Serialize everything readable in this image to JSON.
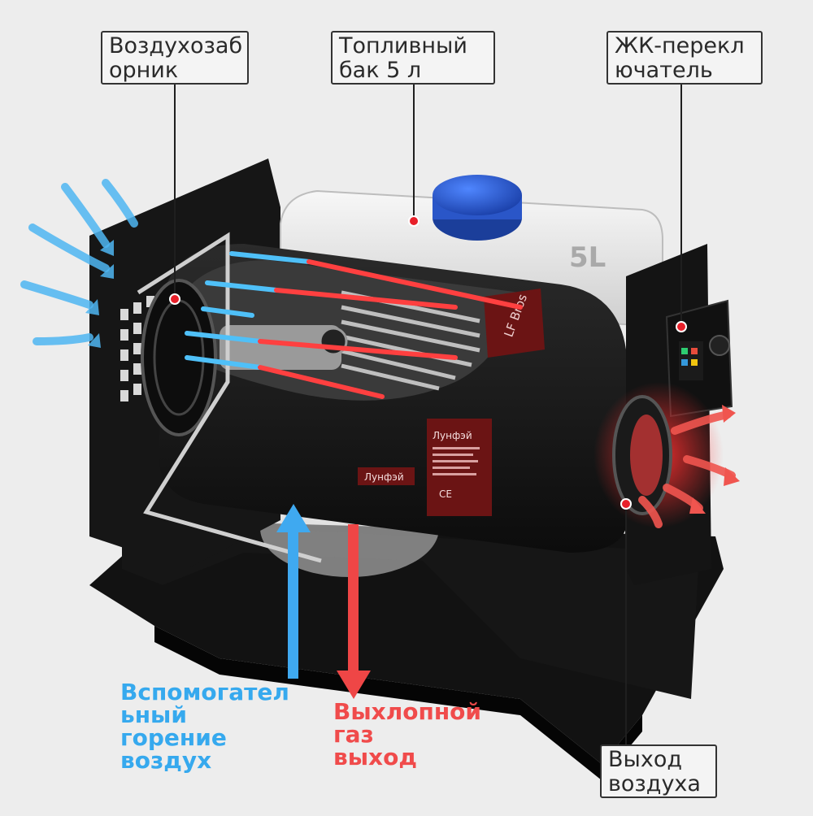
{
  "labels": {
    "air_intake": [
      "Воздухозаб",
      "орник"
    ],
    "fuel_tank": [
      "Топливный",
      "бак 5 л"
    ],
    "lcd_switch": [
      "ЖК-перекл",
      "ючатель"
    ],
    "air_outlet": [
      "Выход",
      "воздуха"
    ]
  },
  "flows": {
    "combustion_air": [
      "Вспомогател",
      "ьный",
      "горение",
      "воздух"
    ],
    "exhaust_gas": [
      "Выхлопной",
      "газ",
      "выход"
    ]
  },
  "product": {
    "tank_marking": "5L",
    "brand_plate": "LF Bros",
    "brand_name_ru": "Лунфэй",
    "cert_marks": "CE"
  },
  "colors": {
    "cold_air": "#36a9ee",
    "hot_air": "#f04b4b",
    "pointer_dot": "#e8202a",
    "body": "#1a1a1a",
    "tank": "#e6e6e6",
    "cap": "#2255cc"
  }
}
